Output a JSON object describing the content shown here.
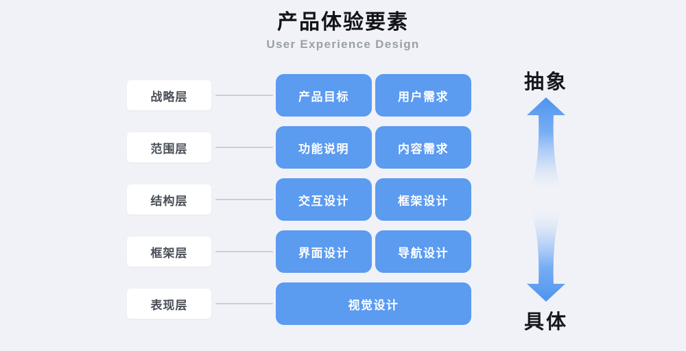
{
  "header": {
    "title": "产品体验要素",
    "subtitle": "User Experience Design"
  },
  "colors": {
    "background": "#f0f2f7",
    "box_blue": "#5b9bf0",
    "chip_white": "#ffffff",
    "connector_gray": "#c9ced6",
    "title_black": "#111418",
    "subtitle_gray": "#9aa0a8",
    "chip_text": "#4a4f57"
  },
  "diagram": {
    "rows": [
      {
        "layer": "战略层",
        "boxes": [
          {
            "label": "产品目标"
          },
          {
            "label": "用户需求"
          }
        ]
      },
      {
        "layer": "范围层",
        "boxes": [
          {
            "label": "功能说明"
          },
          {
            "label": "内容需求"
          }
        ]
      },
      {
        "layer": "结构层",
        "boxes": [
          {
            "label": "交互设计"
          },
          {
            "label": "框架设计"
          }
        ]
      },
      {
        "layer": "框架层",
        "boxes": [
          {
            "label": "界面设计"
          },
          {
            "label": "导航设计"
          }
        ]
      },
      {
        "layer": "表现层",
        "boxes": [
          {
            "label": "视觉设计"
          }
        ]
      }
    ]
  },
  "axis": {
    "top_label": "抽象",
    "bottom_label": "具体",
    "up_arrow_icon": "arrow-up-icon",
    "down_arrow_icon": "arrow-down-icon"
  }
}
